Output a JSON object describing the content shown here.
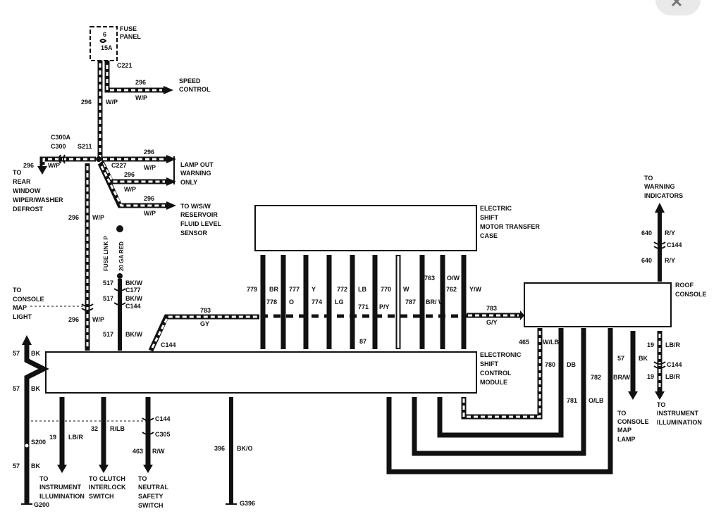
{
  "labels": {
    "fuse_panel": [
      "FUSE",
      "PANEL"
    ],
    "fuse_num": "6",
    "fuse_amp": "15A",
    "c221": "C221",
    "speed_control": [
      "SPEED",
      "CONTROL"
    ],
    "c300a": "C300A",
    "c300": "C300",
    "s211": "S211",
    "c227": "C227",
    "lamp_out": [
      "LAMP OUT",
      "WARNING",
      "ONLY"
    ],
    "rear_window": [
      "TO",
      "REAR",
      "WINDOW",
      "WIPER/WASHER",
      "DEFROST"
    ],
    "wsw": [
      "TO W/S/W",
      "RESERVOIR",
      "FLUID LEVEL",
      "SENSOR"
    ],
    "fuse_link": "FUSE LINK P",
    "ga_red": "20 GA RED",
    "c177": "C177",
    "c144": "C144",
    "console_map_left": [
      "TO",
      "CONSOLE",
      "MAP",
      "LIGHT"
    ],
    "transfer_case": [
      "ELECTRIC",
      "SHIFT",
      "MOTOR TRANSFER",
      "CASE"
    ],
    "shift_module": [
      "ELECTRONIC",
      "SHIFT",
      "CONTROL",
      "MODULE"
    ],
    "warning_ind": [
      "TO",
      "WARNING",
      "INDICATORS"
    ],
    "roof_console": [
      "ROOF",
      "CONSOLE"
    ],
    "console_map_lamp": [
      "TO",
      "CONSOLE",
      "MAP",
      "LAMP"
    ],
    "instr_right": [
      "TO",
      "INSTRUMENT",
      "ILLUMINATION"
    ],
    "instr_left": [
      "TO",
      "INSTRUMENT",
      "ILLUMINATION"
    ],
    "clutch": [
      "TO CLUTCH",
      "INTERLOCK",
      "SWITCH"
    ],
    "neutral": [
      "TO",
      "NEUTRAL",
      "SAFETY",
      "SWITCH"
    ],
    "s200": "S200",
    "g200": "G200",
    "g396": "G396",
    "c305": "C305"
  },
  "wires": {
    "w296": "296",
    "wp": "W/P",
    "w517": "517",
    "bkw": "BK/W",
    "w783": "783",
    "gy": "GY",
    "g_y": "G/Y",
    "w57": "57",
    "bk": "BK",
    "w19": "19",
    "lbr": "LB/R",
    "w32": "32",
    "rlb": "R/LB",
    "w463": "463",
    "rw": "R/W",
    "w396": "396",
    "bko": "BK/O",
    "w779": "779",
    "br": "BR",
    "w778": "778",
    "o": "O",
    "w777": "777",
    "y": "Y",
    "w774": "774",
    "lg": "LG",
    "w772": "772",
    "lb": "LB",
    "w771": "771",
    "py": "P/Y",
    "w770": "770",
    "w": "W",
    "w787": "787",
    "brw": "BR/ W",
    "w763": "763",
    "ow": "O/W",
    "w762": "762",
    "yw": "Y/W",
    "w87": "87",
    "w640": "640",
    "ry": "R/Y",
    "w465": "465",
    "wlb": "W/LB",
    "w780": "780",
    "db": "DB",
    "w782": "782",
    "brw2": "BR/W",
    "w781": "781",
    "olb": "O/LB",
    "w19b": "19",
    "lbr2": "LB/R"
  }
}
